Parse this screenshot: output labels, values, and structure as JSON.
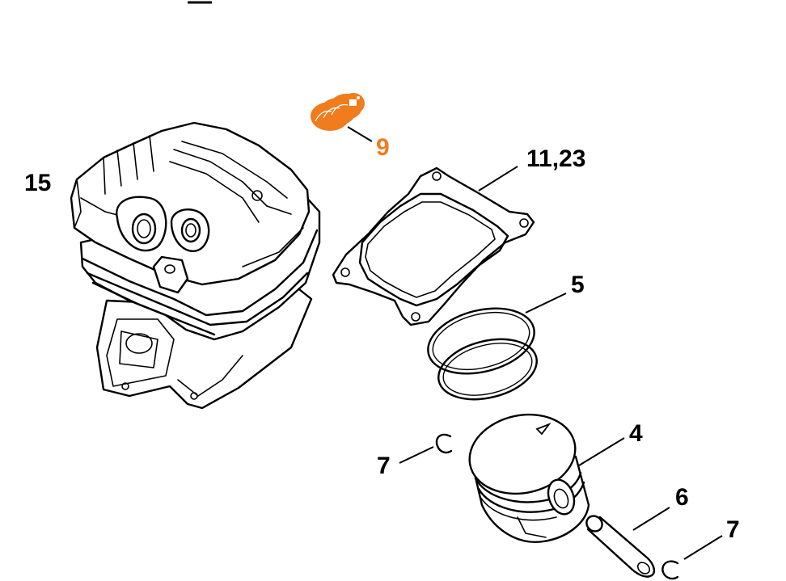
{
  "diagram": {
    "highlight_color": "#f07c1e",
    "text_color": "#000000",
    "background": "#ffffff",
    "parts": [
      {
        "id": "cylinder",
        "label": "15"
      },
      {
        "id": "valve",
        "label": "9",
        "highlighted": true
      },
      {
        "id": "gasket",
        "label": "11,23"
      },
      {
        "id": "piston-rings",
        "label": "5"
      },
      {
        "id": "piston",
        "label": "4"
      },
      {
        "id": "circlip-left",
        "label": "7"
      },
      {
        "id": "piston-pin",
        "label": "6"
      },
      {
        "id": "circlip-right",
        "label": "7"
      }
    ]
  }
}
